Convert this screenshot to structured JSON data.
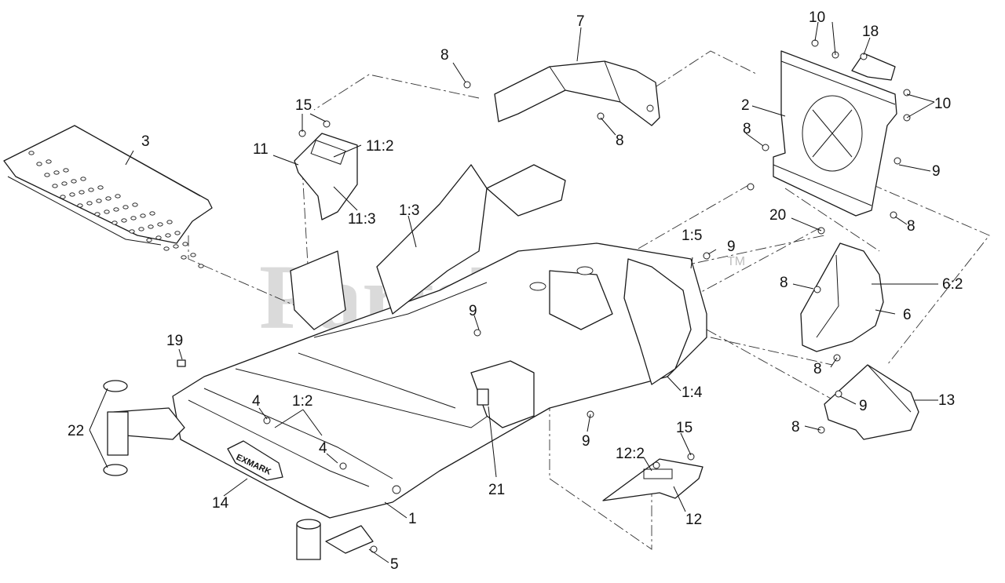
{
  "watermark": {
    "text": "PartsTree",
    "tm": "TM"
  },
  "decal_text": "EXMARK",
  "callouts": {
    "c1": "1",
    "c1_2": "1:2",
    "c1_3": "1:3",
    "c1_4": "1:4",
    "c1_5": "1:5",
    "c2": "2",
    "c3": "3",
    "c4a": "4",
    "c4b": "4",
    "c5": "5",
    "c6": "6",
    "c6_2": "6:2",
    "c7": "7",
    "c8a": "8",
    "c8b": "8",
    "c8c": "8",
    "c8d": "8",
    "c8e": "8",
    "c8f": "8",
    "c8g": "8",
    "c9a": "9",
    "c9b": "9",
    "c9c": "9",
    "c9d": "9",
    "c9e": "9",
    "c10a": "10",
    "c10b": "10",
    "c11": "11",
    "c11_2": "11:2",
    "c11_3": "11:3",
    "c12": "12",
    "c12_2": "12:2",
    "c13": "13",
    "c14": "14",
    "c15a": "15",
    "c15b": "15",
    "c18": "18",
    "c19": "19",
    "c20": "20",
    "c21": "21",
    "c22": "22"
  }
}
